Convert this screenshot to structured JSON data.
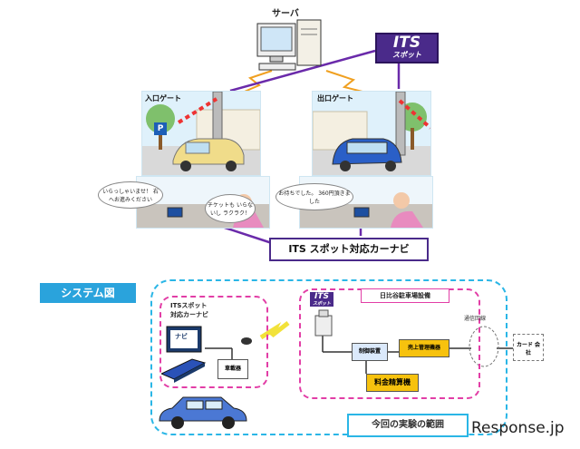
{
  "server": {
    "label": "サーバ"
  },
  "its_badge": {
    "title": "ITS",
    "subtitle": "スポット"
  },
  "entry_gate": {
    "label": "入口ゲート",
    "parking_sign": "P",
    "bubble_greeting": "いらっしゃいませ！ 右へお進みください",
    "bubble_ticket": "チケットも いらないし ラクラク！"
  },
  "exit_gate": {
    "label": "出口ゲート",
    "bubble_thanks": "お待ちでした。 360円頂きました"
  },
  "carnavi_label": "ITS スポット対応カーナビ",
  "system_label": "システム図",
  "left_box": {
    "title_line1": "ITSスポット",
    "title_line2": "対応カーナビ",
    "navi_label": "ナビ",
    "onboard_label": "車載器"
  },
  "right_box": {
    "badge": "ITS",
    "badge_sub": "スポット",
    "title": "日比谷駐車場設備",
    "control_box": "制御装置",
    "sales_box": "売上管理機器",
    "payment_box": "料金精算機"
  },
  "network_label": "通信回線",
  "card_company": "カード 会社",
  "experiment_label": "今回の実験の範囲",
  "watermark": "Response.jp",
  "colors": {
    "purple": "#4a2a8a",
    "cyan": "#2ab6e6",
    "pink": "#e23ea6",
    "yellow": "#f7c20e"
  }
}
